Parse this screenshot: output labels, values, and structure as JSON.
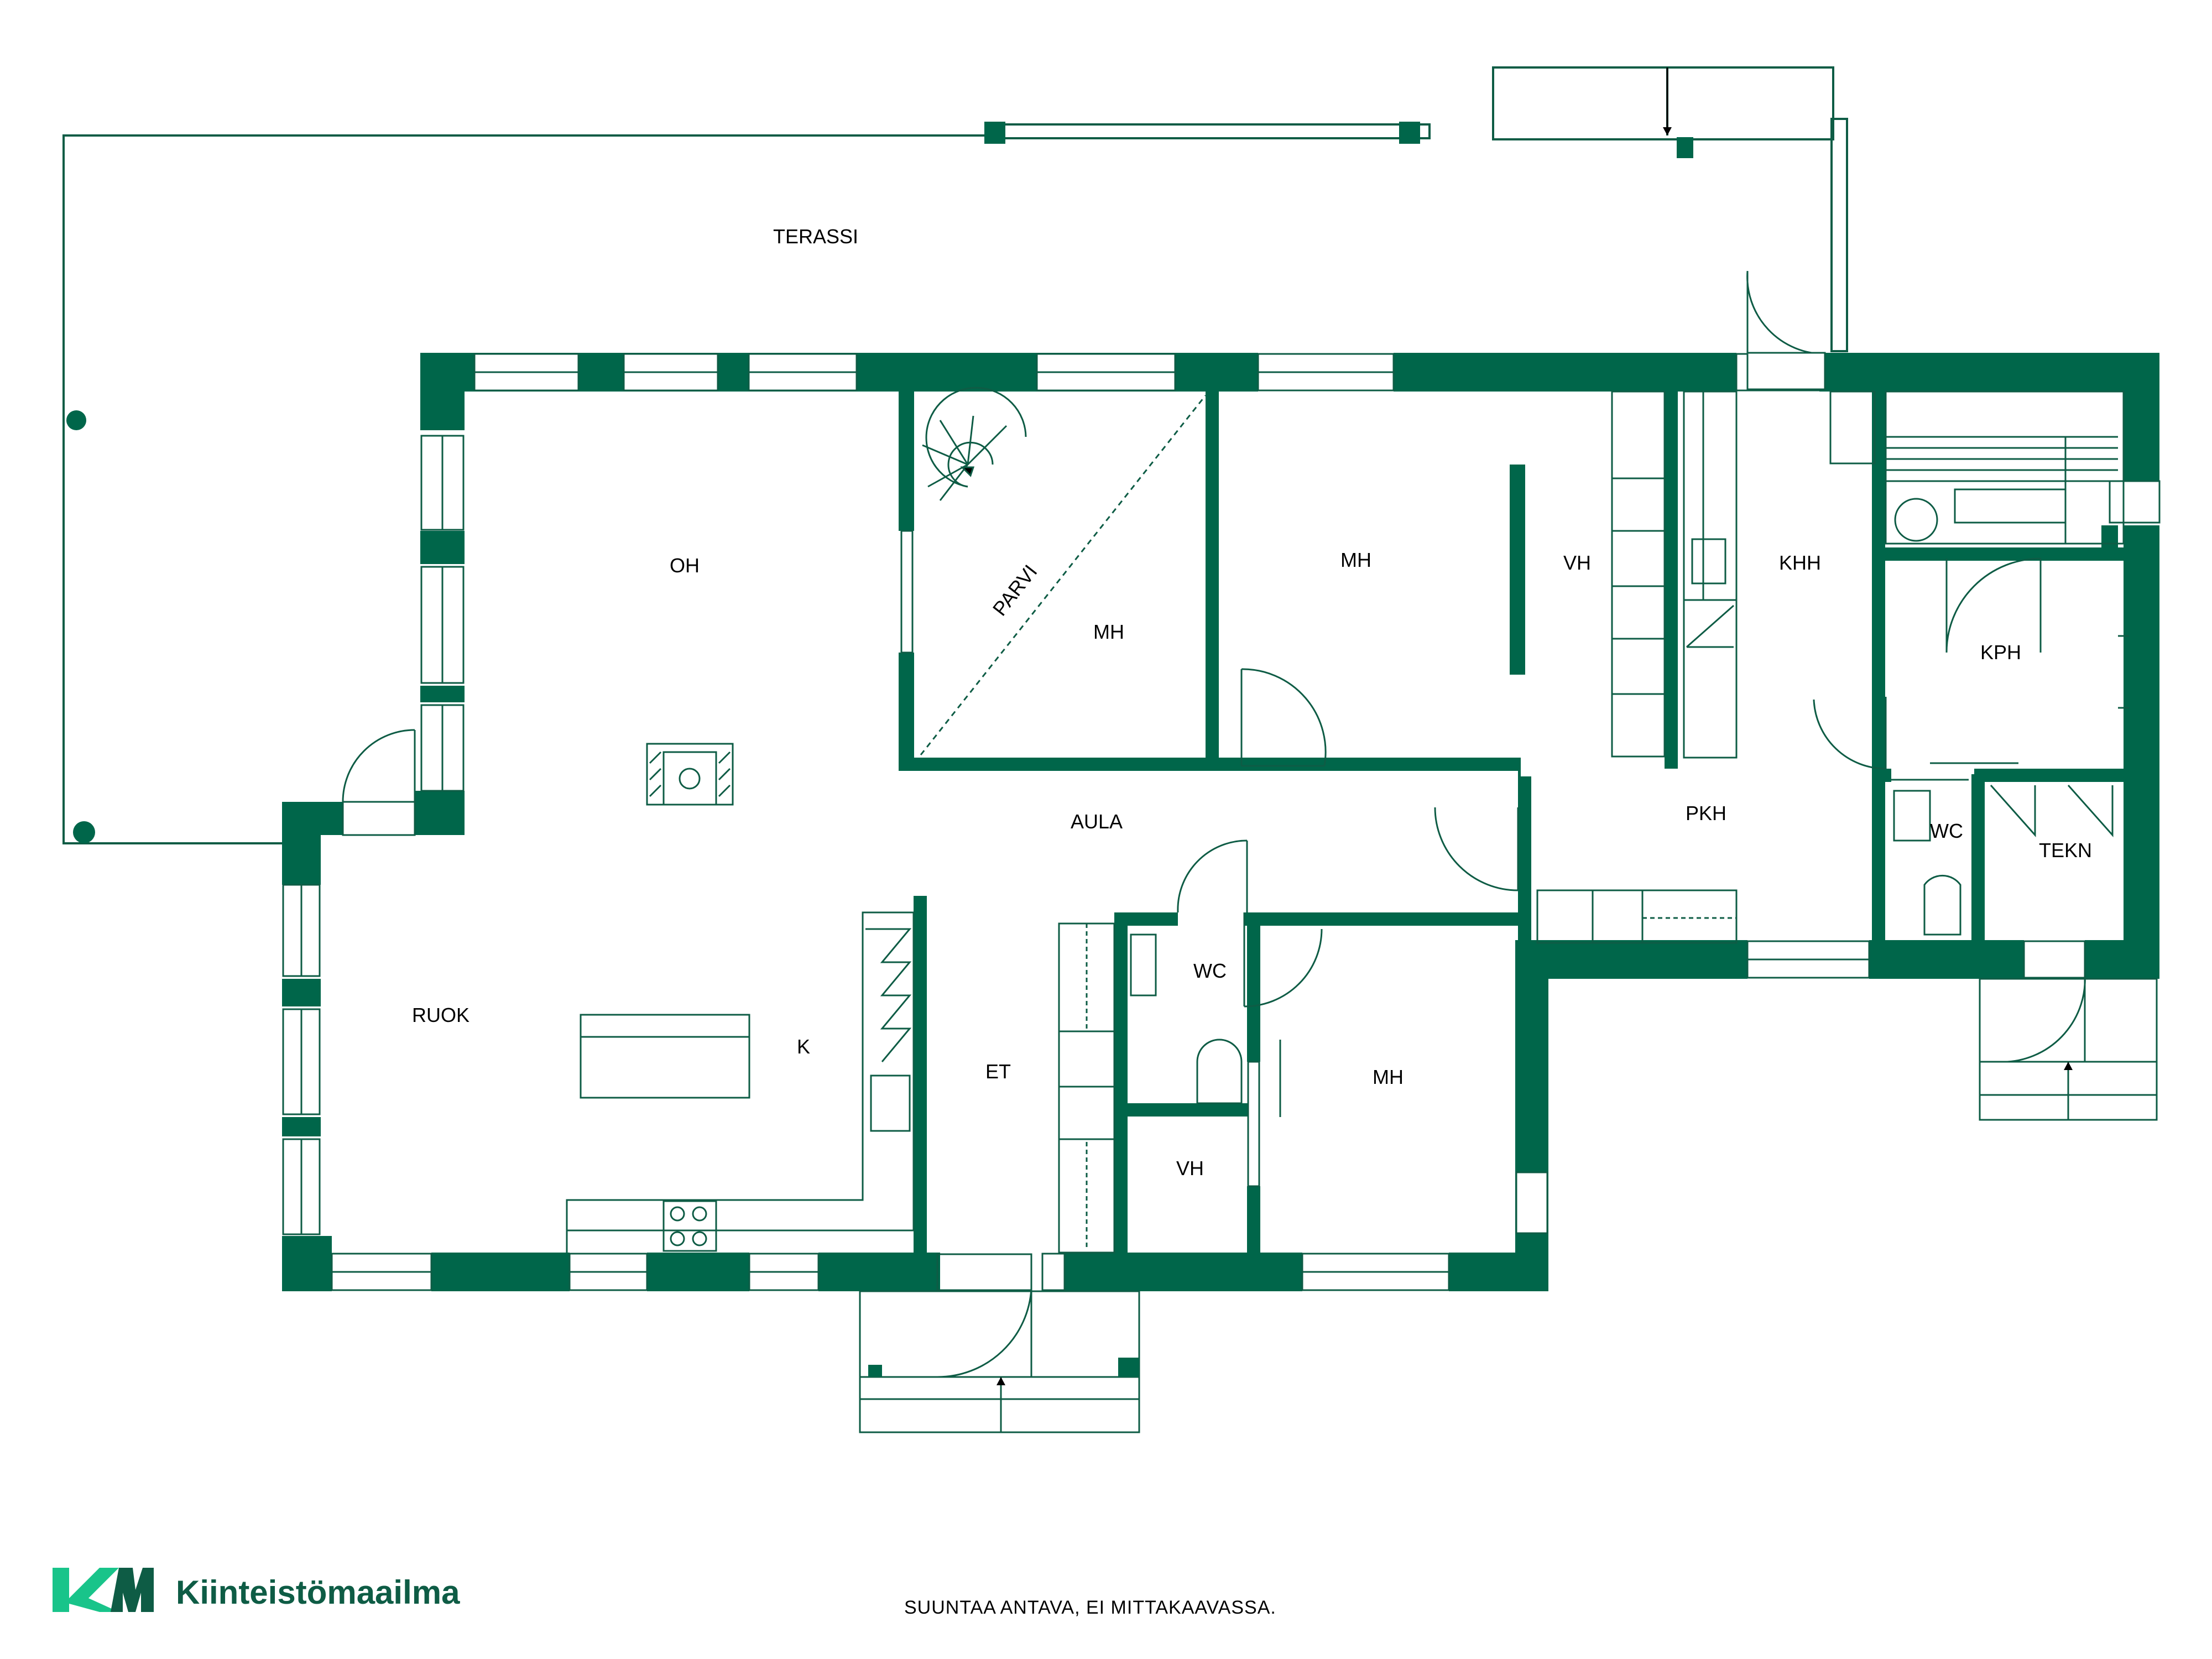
{
  "colors": {
    "wall": "#00664A",
    "line": "#0E5C45",
    "brand_dark": "#0E5C45",
    "brand_light": "#19C48A",
    "background": "#FFFFFF"
  },
  "rooms": {
    "terassi": "TERASSI",
    "oh": "OH",
    "parvi": "PARVI",
    "mh_parvi": "MH",
    "mh_north": "MH",
    "vh_north": "VH",
    "khh": "KHH",
    "kph": "KPH",
    "aula": "AULA",
    "pkh": "PKH",
    "wc_east": "WC",
    "tekn": "TEKN",
    "ruok": "RUOK",
    "k": "K",
    "et": "ET",
    "wc": "WC",
    "vh": "VH",
    "mh_south": "MH"
  },
  "footer": {
    "note": "SUUNTAA ANTAVA, EI MITTAKAAVASSA.",
    "brand_name": "Kiinteistömaailma",
    "brand_logo_letters": "KM"
  }
}
